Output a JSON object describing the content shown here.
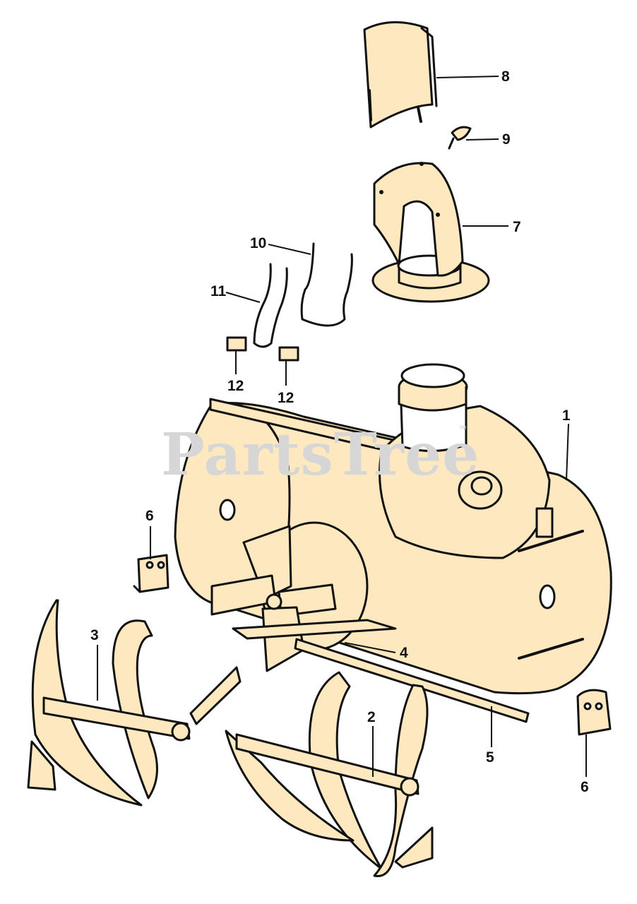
{
  "watermark": {
    "text": "PartsTree",
    "trademark": "™"
  },
  "callouts": [
    {
      "id": "c8",
      "label": "8",
      "part": "chute-deflector"
    },
    {
      "id": "c9",
      "label": "9",
      "part": "wing-knob"
    },
    {
      "id": "c7",
      "label": "7",
      "part": "discharge-chute"
    },
    {
      "id": "c10",
      "label": "10",
      "part": "chute-rod-large"
    },
    {
      "id": "c11",
      "label": "11",
      "part": "chute-rod-small"
    },
    {
      "id": "c12a",
      "label": "12",
      "part": "rod-clip-left"
    },
    {
      "id": "c12b",
      "label": "12",
      "part": "rod-clip-right"
    },
    {
      "id": "c1",
      "label": "1",
      "part": "blower-housing"
    },
    {
      "id": "c6a",
      "label": "6",
      "part": "skid-shoe-left"
    },
    {
      "id": "c6b",
      "label": "6",
      "part": "skid-shoe-right"
    },
    {
      "id": "c3",
      "label": "3",
      "part": "auger-left"
    },
    {
      "id": "c4",
      "label": "4",
      "part": "scraper-bar"
    },
    {
      "id": "c2",
      "label": "2",
      "part": "auger-right"
    },
    {
      "id": "c5",
      "label": "5",
      "part": "wear-bar"
    }
  ],
  "colors": {
    "line": "#111111",
    "fill": "#fde8bf",
    "paper": "#ffffff"
  }
}
